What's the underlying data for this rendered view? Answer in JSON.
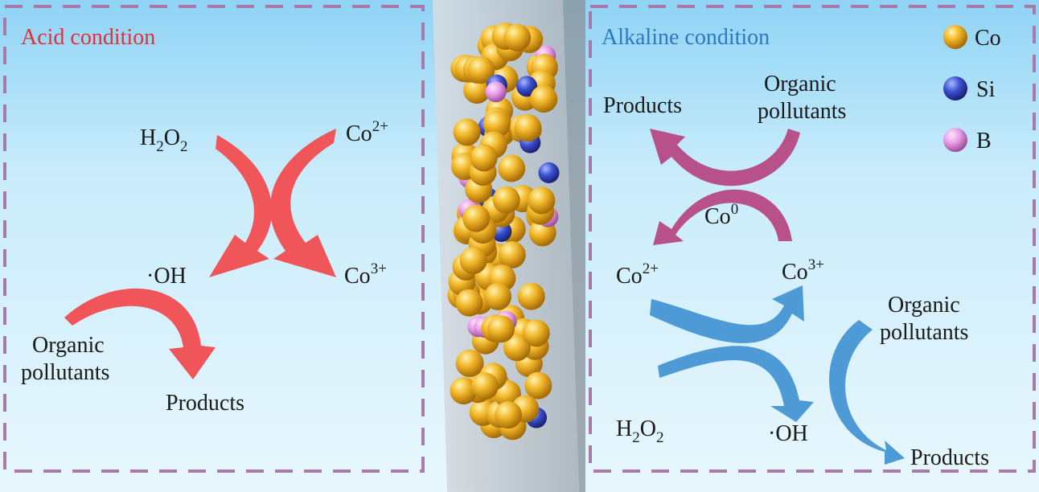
{
  "acid": {
    "title": "Acid condition",
    "h2o2": {
      "main": "H",
      "s1": "2",
      "mid": "O",
      "s2": "2"
    },
    "co2": {
      "main": "Co",
      "sup": "2+"
    },
    "oh": "·OH",
    "co3": {
      "main": "Co",
      "sup": "3+"
    },
    "organic_line1": "Organic",
    "organic_line2": "pollutants",
    "products": "Products"
  },
  "alkaline": {
    "title": "Alkaline condition",
    "products_top": "Products",
    "organic_top_line1": "Organic",
    "organic_top_line2": "pollutants",
    "co0": {
      "main": "Co",
      "sup": "0"
    },
    "co2": {
      "main": "Co",
      "sup": "2+"
    },
    "co3": {
      "main": "Co",
      "sup": "3+"
    },
    "organic_right_line1": "Organic",
    "organic_right_line2": "pollutants",
    "h2o2": {
      "main": "H",
      "s1": "2",
      "mid": "O",
      "s2": "2"
    },
    "oh": "·OH",
    "products_bottom": "Products"
  },
  "legend": [
    {
      "label": "Co",
      "color": "#e8a51c"
    },
    {
      "label": "Si",
      "color": "#3a4fd0"
    },
    {
      "label": "B",
      "color": "#e79be6"
    }
  ],
  "colors": {
    "acid_arrow": "#f0555a",
    "alk_top_arrow": "#b8508a",
    "alk_bottom_arrow": "#4d9ad6",
    "dash": "#a87aa8"
  }
}
